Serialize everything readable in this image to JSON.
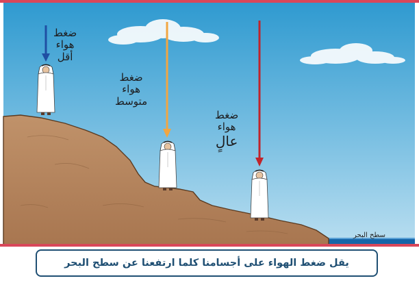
{
  "colors": {
    "frame": "#d9475a",
    "sky_top": "#2f9ad0",
    "sky_bottom": "#a8d6ec",
    "ground": "#b5845b",
    "ground_dark": "#7a5232",
    "sea": "#1565a8",
    "arrow_low": "#1f4fa3",
    "arrow_medium": "#f2a642",
    "arrow_high": "#c0242b",
    "caption_border": "#1f4f73",
    "caption_text": "#1f4f73"
  },
  "labels": {
    "low": {
      "line1": "ضغط",
      "line2": "هواء",
      "line3": "أقل"
    },
    "medium": {
      "line1": "ضغط",
      "line2": "هواء",
      "line3": "متوسط"
    },
    "high": {
      "line1": "ضغط",
      "line2": "هواء",
      "line3": "عالٍ"
    }
  },
  "sea_level_label": "سطح البحر",
  "caption": "يقل ضغط الهواء على أجسامنا كلما ارتفعنا عن سطح البحر",
  "icons": [
    "cloud-icon",
    "person-icon",
    "arrow-down-icon"
  ]
}
